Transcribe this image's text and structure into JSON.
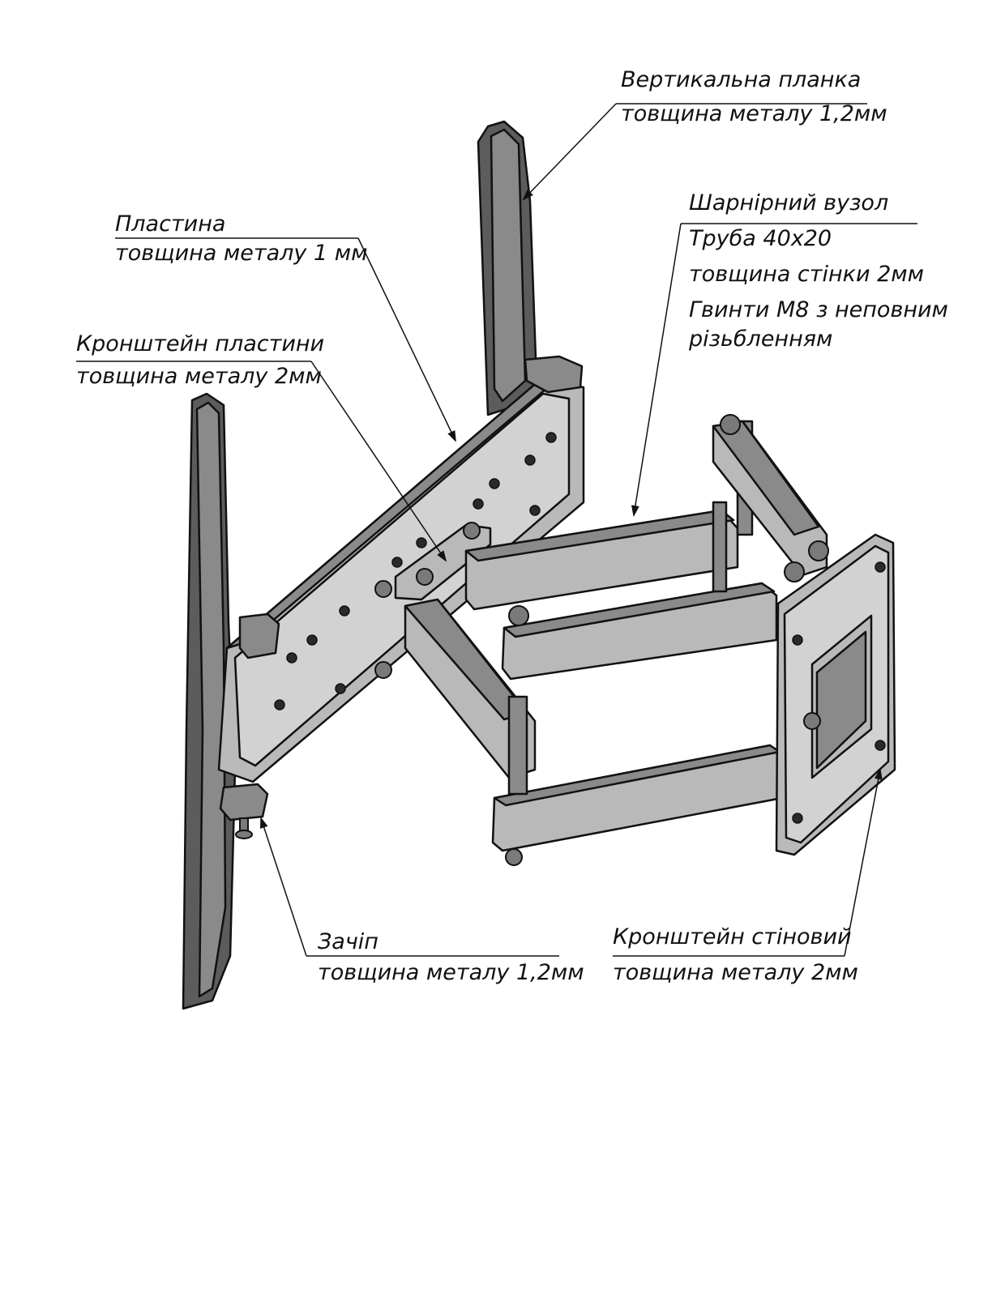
{
  "labels": {
    "vertical_strip": {
      "name": "Вертикальна планка",
      "thickness": "товщина металу 1,2мм"
    },
    "plate": {
      "name": "Пластина",
      "thickness": "товщина металу 1 мм"
    },
    "plate_bracket": {
      "name": "Кронштейн пластини",
      "thickness": "товщина металу 2мм"
    },
    "hinge_unit": {
      "name": "Шарнірний вузол",
      "pipe": "Труба 40х20",
      "wall": "товщина стінки 2мм",
      "screws_line1": "Гвинти М8 з неповним",
      "screws_line2": "різьбленням"
    },
    "latch": {
      "name": "Зачіп",
      "thickness": "товщина металу 1,2мм"
    },
    "wall_bracket": {
      "name": "Кронштейн стіновий",
      "thickness": "товщина металу 2мм"
    }
  },
  "icons": [
    "tv-wall-mount-drawing",
    "arrow-leader"
  ]
}
